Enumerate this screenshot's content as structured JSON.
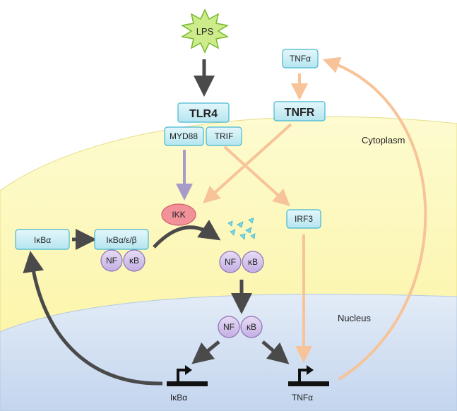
{
  "diagram": {
    "lps": "LPS",
    "tlr4": "TLR4",
    "tnfr": "TNFR",
    "tnf_alpha_top": "TNFα",
    "myd88": "MYD88",
    "trif": "TRIF",
    "ikk": "IKK",
    "irf3": "IRF3",
    "ikba_left": "IκBα",
    "ikb_complex": "IκBα/ε/β",
    "nf": "NF",
    "kb": "κB",
    "cytoplasm": "Cytoplasm",
    "nucleus": "Nucleus",
    "gene_ikba": "IκBα",
    "gene_tnfa": "TNFα"
  },
  "colors": {
    "cytoplasm": "#FBF7AE",
    "nucleus": "#D5E3F4",
    "cyan_box": "#C9EEF6",
    "cyan_border": "#45B7CF",
    "purple_circle": "#D3C2EA",
    "purple_border": "#8E72B6",
    "ikk_fill": "#F2919A",
    "orange_arrow": "#F7C398",
    "purple_arrow": "#A79BC9",
    "dark_arrow": "#4A4A4A",
    "lps_fill": "#CDEB8A",
    "lps_border": "#77B82E"
  }
}
